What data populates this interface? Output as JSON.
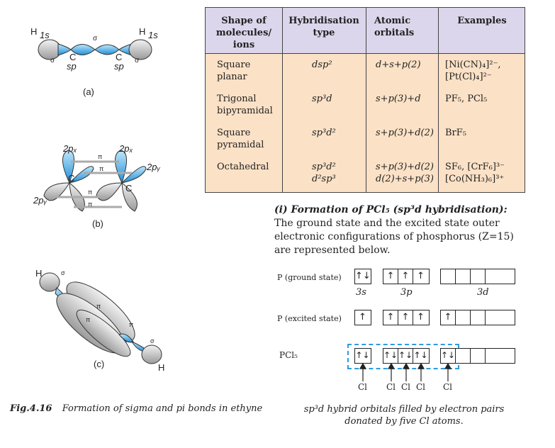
{
  "table": {
    "headers": [
      "Shape of molecules/ ions",
      "Hybridisation type",
      "Atomic orbitals",
      "Examples"
    ],
    "rows": [
      {
        "shape": "Square planar",
        "hyb": "dsp²",
        "orb": "d+s+p(2)",
        "ex": "[Ni(CN)₄]²⁻, [Pt(Cl)₄]²⁻"
      },
      {
        "shape": "Trigonal bipyramidal",
        "hyb": "sp³d",
        "orb": "s+p(3)+d",
        "ex": "PF₅, PCl₅"
      },
      {
        "shape": "Square pyramidal",
        "hyb": "sp³d²",
        "orb": "s+p(3)+d(2)",
        "ex": "BrF₅"
      },
      {
        "shape": "Octahedral",
        "hyb": "sp³d² d²sp³",
        "orb": "s+p(3)+d(2) d(2)+s+p(3)",
        "ex": "SF₆, [CrF₆]³⁻ [Co(NH₃)₆]³⁺"
      }
    ]
  },
  "section": {
    "heading": "(i) Formation of PCl₅ (sp³d hybridisation):",
    "text": "The ground state and the excited state outer electronic configurations of phosphorus (Z=15) are represented below."
  },
  "config": {
    "ground_label": "P (ground state)",
    "excited_label": "P (excited state)",
    "pcl5_label": "PCl₅",
    "orbital_labels": [
      "3s",
      "3p",
      "3d"
    ],
    "ground": {
      "s": [
        "↑↓"
      ],
      "p": [
        "↑",
        "↑",
        "↑"
      ],
      "d": [
        "",
        "",
        "",
        "",
        ""
      ]
    },
    "excited": {
      "s": [
        "↑"
      ],
      "p": [
        "↑",
        "↑",
        "↑"
      ],
      "d": [
        "↑",
        "",
        "",
        "",
        ""
      ]
    },
    "pcl5": {
      "s": [
        "↑↓"
      ],
      "p": [
        "↑↓",
        "↑↓",
        "↑↓"
      ],
      "d": [
        "↑↓",
        "",
        "",
        "",
        ""
      ]
    },
    "cl_labels": [
      "Cl",
      "Cl",
      "Cl",
      "Cl",
      "Cl"
    ],
    "caption": "sp³d hybrid orbitals filled by electron pairs donated by five Cl atoms."
  },
  "figure": {
    "number": "Fig.4.16",
    "caption": "Formation of sigma and pi bonds in ethyne",
    "part_labels": [
      "(a)",
      "(b)",
      "(c)"
    ],
    "a_labels": {
      "h": "H",
      "s": "1s",
      "c": "C",
      "sp": "sp",
      "sigma": "σ"
    },
    "b_labels": {
      "px": "2pₓ",
      "py": "2pᵧ",
      "pi": "π",
      "c": "C"
    },
    "c_labels": {
      "h": "H",
      "sigma": "σ",
      "pi": "π"
    }
  },
  "colors": {
    "header_bg": "#dcd6ec",
    "body_bg": "#fbe1c6",
    "orbital_blue": "#2f9be0",
    "lobe_gray": "#bdbdbd",
    "dash_box": "#2f9be0"
  }
}
